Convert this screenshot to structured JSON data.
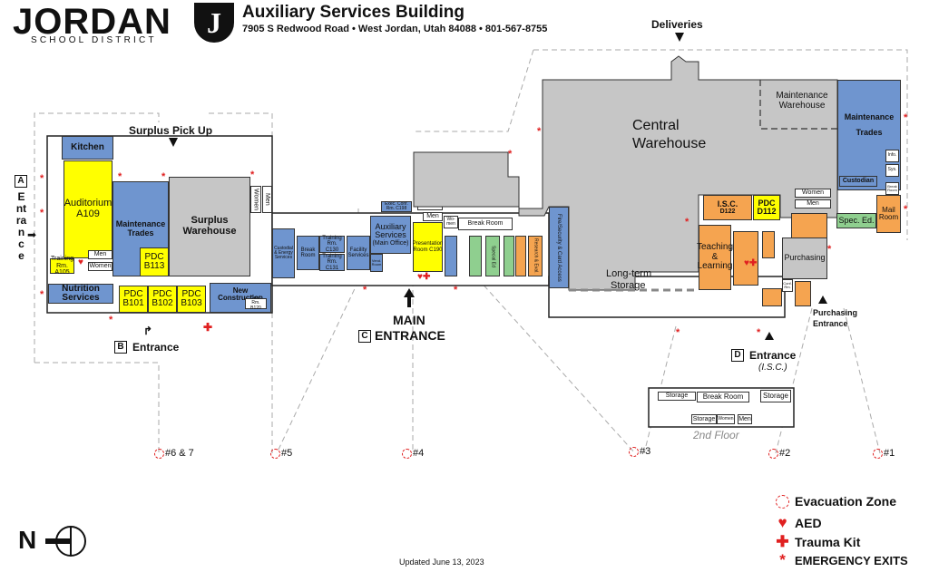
{
  "header": {
    "logo": "JORDAN",
    "logo_sub": "SCHOOL DISTRICT",
    "logo_mark": "J",
    "title": "Auxiliary Services Building",
    "address": "7905 S Redwood Road • West Jordan, Utah 84088 • 801-567-8755"
  },
  "labels": {
    "surplus_pickup": "Surplus Pick Up",
    "deliveries": "Deliveries",
    "entrance_a_letter": "A",
    "entrance_a_text": "Entrance",
    "entrance_b_letter": "B",
    "entrance_b_text": "Entrance",
    "entrance_c_letter": "C",
    "main_entrance_1": "MAIN",
    "main_entrance_2": "ENTRANCE",
    "entrance_d_letter": "D",
    "entrance_d_text": "Entrance",
    "entrance_d_sub": "(I.S.C.)",
    "purchasing_entrance_1": "Purchasing",
    "purchasing_entrance_2": "Entrance",
    "second_floor": "2nd Floor",
    "updated": "Updated June 13, 2023",
    "north": "N"
  },
  "rooms": {
    "kitchen": "Kitchen",
    "auditorium": "Auditorium",
    "auditorium_num": "A109",
    "maint_trades_left": "Maintenance Trades",
    "training_a105": "Training Rm. A105",
    "men_left": "Men",
    "women_left": "Women",
    "pdc_b113": "PDC B113",
    "nutrition": "Nutrition Services",
    "pdc_b101": "PDC B101",
    "pdc_b102": "PDC B102",
    "pdc_b103": "PDC B103",
    "surplus_wh": "Surplus Warehouse",
    "women_v": "Women",
    "men_v": "Men",
    "new_construction": "New Construction",
    "conf_rm_b120": "Conf. Rm. B120",
    "custodial": "Custodial & Energy Services",
    "break_room_c": "Break Room",
    "training_c130": "Training Rm. C130",
    "training_c131": "Training Rm. C131",
    "facility": "Facility Services",
    "vend": "Vend. Room",
    "aux_services": "Auxiliary Services",
    "aux_main_office": "(Main Office)",
    "exec_conf": "Exec. Conf. Rm. C198",
    "women_c": "Women",
    "men_c": "Men",
    "presentation": "Presentation Room C190",
    "women_c2": "Wo-men",
    "break_room_mid": "Break Room",
    "special_ed": "Special Ed",
    "research": "Research & Eval.",
    "fire_security": "Fire/Security & Card Access",
    "central_wh_1": "Central",
    "central_wh_2": "Warehouse",
    "long_term_1": "Long-term",
    "long_term_2": "Storage",
    "maint_wh": "Maintenance Warehouse",
    "maint_trades_right_1": "Maintenance",
    "maint_trades_right_2": "Trades",
    "custodian": "Custodian",
    "info_sys": "Info.",
    "sys": "Sys.",
    "break_rm_r": "Break Room",
    "women_r": "Women",
    "men_r": "Men",
    "isc": "I.S.C.",
    "isc_num": "D122",
    "pdc_d112": "PDC D112",
    "teaching": "Teaching & Learning",
    "spec_ed_r": "Spec. Ed.",
    "mail_room": "Mail Room",
    "purchasing": "Purchasing",
    "conf_rm_d": "Conf. Rm.",
    "storage_2a": "Storage",
    "break_room_2": "Break Room",
    "storage_2b": "Storage",
    "storage_2c": "Storage",
    "women_2": "Women",
    "men_2": "Men"
  },
  "zones": [
    "#6 & 7",
    "#5",
    "#4",
    "#3",
    "#2",
    "#1"
  ],
  "legend": {
    "evac": "Evacuation Zone",
    "aed": "AED",
    "trauma": "Trauma Kit",
    "exits": "EMERGENCY EXITS"
  },
  "colors": {
    "office_blue": "#6f95cf",
    "warehouse_gray": "#c6c6c6",
    "training_yellow": "#ffff00",
    "district_orange": "#f5a450",
    "special_green": "#8fcf8f",
    "emergency_red": "#e02020"
  }
}
